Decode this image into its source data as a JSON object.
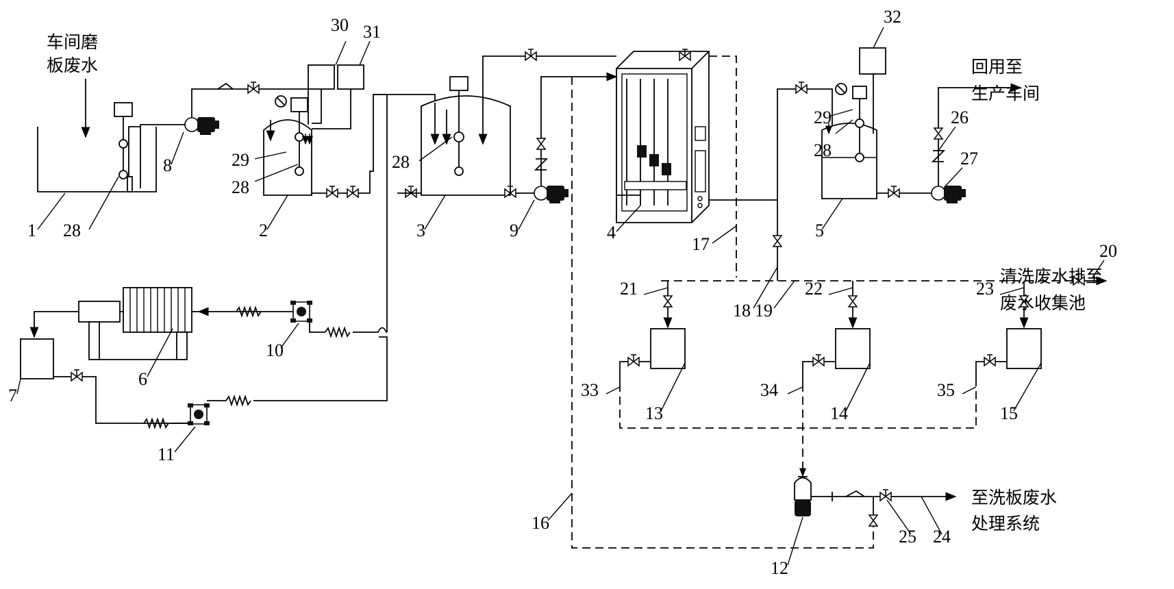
{
  "texts": {
    "workshop_wastewater_l1": "车间磨",
    "workshop_wastewater_l2": "板废水",
    "reuse_l1": "回用至",
    "reuse_l2": "生产车间",
    "cleaning_discharge_l1": "清洗废水排至",
    "cleaning_discharge_l2": "废水收集池",
    "to_wash_system_l1": "至洗板废水",
    "to_wash_system_l2": "处理系统"
  },
  "labels": [
    "1",
    "2",
    "3",
    "4",
    "5",
    "6",
    "7",
    "8",
    "9",
    "10",
    "11",
    "12",
    "13",
    "14",
    "15",
    "16",
    "17",
    "18",
    "19",
    "20",
    "21",
    "22",
    "23",
    "24",
    "25",
    "26",
    "27",
    "28",
    "28",
    "28",
    "28",
    "29",
    "29",
    "30",
    "31",
    "32",
    "33",
    "34",
    "35"
  ]
}
